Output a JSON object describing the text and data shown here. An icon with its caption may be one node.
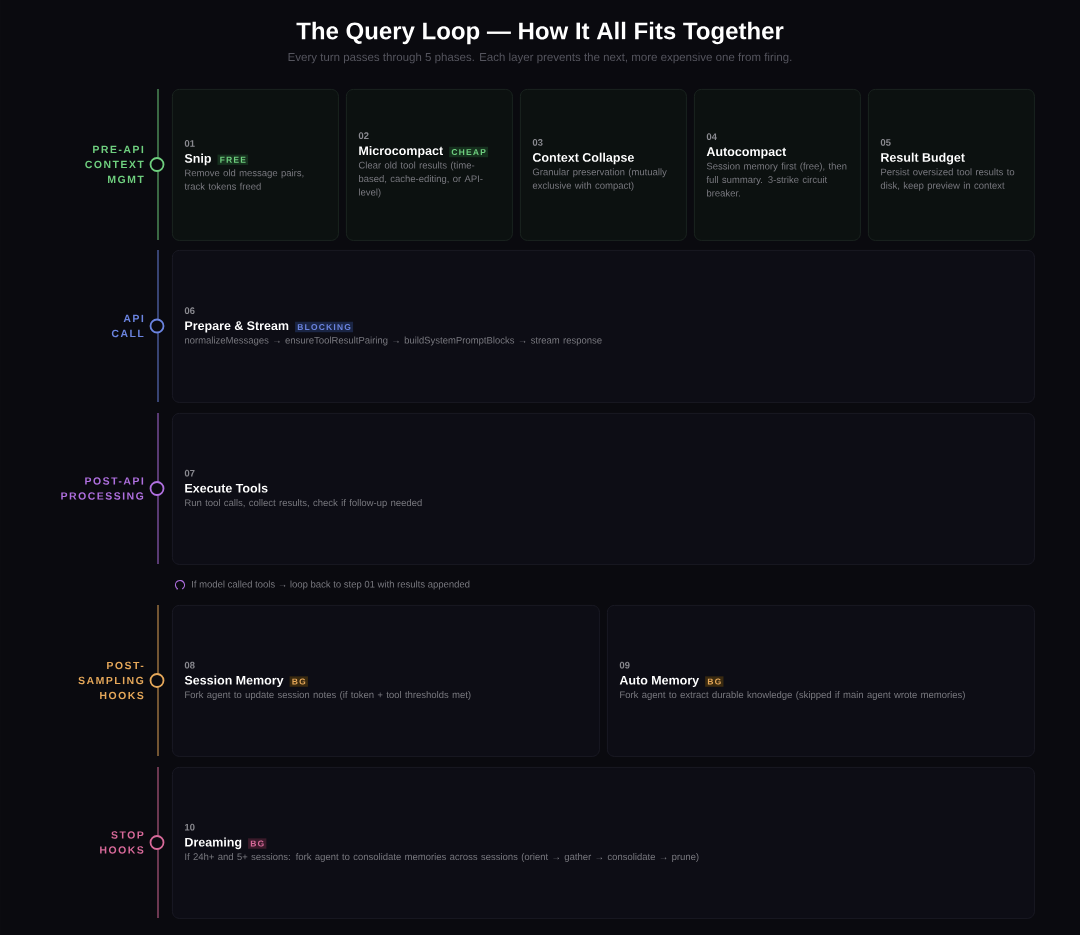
{
  "diagram": {
    "title": "The Query Loop — How It All Fits Together",
    "caption": "Every turn passes through 5 phases. Each layer prevents the next, more expensive one from firing.",
    "nodes": [
      {
        "text": [
          "01",
          "Snip",
          "FREE",
          "Remove old message pairs, track tokens freed"
        ]
      },
      {
        "text": [
          "02",
          "Microcompact",
          "CHEAP",
          "Clear old tool results (time-based, cache-editing, or API-level)"
        ]
      },
      {
        "text": [
          "03",
          "Context Collapse",
          "Granular preservation (mutually exclusive with compact)"
        ]
      },
      {
        "text": [
          "04",
          "Autocompact",
          "Session memory first (free), then full summary. 3-strike circuit breaker."
        ]
      },
      {
        "text": [
          "05",
          "Result Budget",
          "Persist oversized tool results to disk, keep preview in context"
        ]
      },
      {
        "text": [
          "06",
          "Prepare & Stream",
          "BLOCKING",
          "normalizeMessages → ensureToolResultPairing → buildSystemPromptBlocks → stream response"
        ]
      },
      {
        "text": [
          "07",
          "Execute Tools",
          "Run tool calls, collect results, check if follow-up needed"
        ]
      },
      {
        "text": [
          "08",
          "Session Memory",
          "BG",
          "Fork agent to update session notes (if token + tool thresholds met)"
        ]
      },
      {
        "text": [
          "09",
          "Auto Memory",
          "BG",
          "Fork agent to extract durable knowledge (skipped if main agent wrote memories)"
        ]
      },
      {
        "text": [
          "10",
          "Dreaming",
          "BG",
          "If 24h+ and 5+ sessions: fork agent to consolidate memories across sessions (orient → gather → consolidate → prune)"
        ]
      }
    ],
    "labels": [
      "PRE-API CONTEXT MGMT",
      "API CALL",
      "POST-API PROCESSING",
      "If model called tools → loop back to step 01 with results appended",
      "POST-SAMPLING HOOKS",
      "STOP HOOKS"
    ]
  }
}
